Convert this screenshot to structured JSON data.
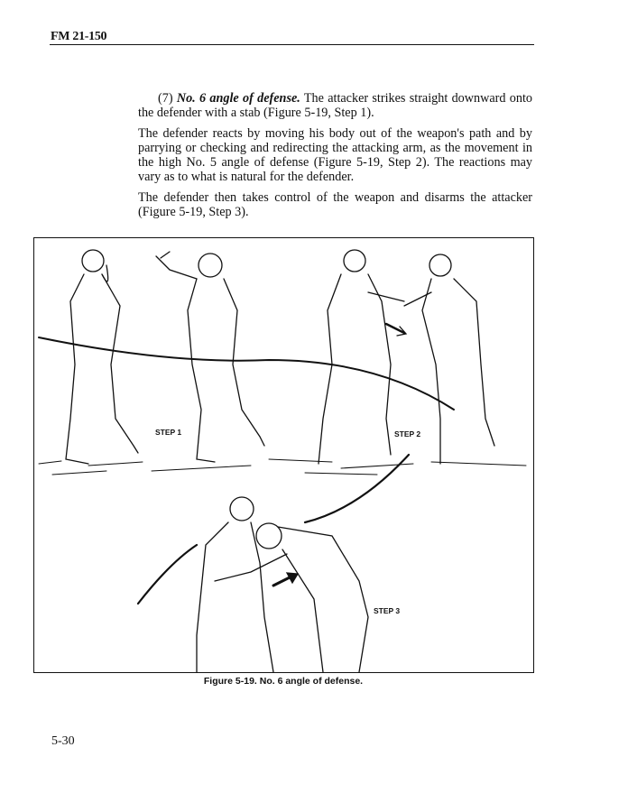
{
  "header": {
    "doc_id": "FM 21-150"
  },
  "body": {
    "para1_lead": "(7) ",
    "para1_title": "No. 6 angle of defense.",
    "para1_text": " The attacker strikes straight downward onto the defender with a stab (Figure 5-19, Step 1).",
    "para2": "The defender reacts by moving his body out of the weapon's path and by parrying or checking and redirecting the attacking arm, as the movement in the high No. 5 angle of defense (Figure 5-19, Step 2). The reactions may vary as to what is natural for the defender.",
    "para3": "The defender then takes control of the weapon and disarms the attacker (Figure 5-19, Step 3)."
  },
  "figure": {
    "steps": [
      "STEP 1",
      "STEP 2",
      "STEP 3"
    ],
    "caption": "Figure 5-19.  No. 6 angle of defense."
  },
  "footer": {
    "page_number": "5-30"
  }
}
